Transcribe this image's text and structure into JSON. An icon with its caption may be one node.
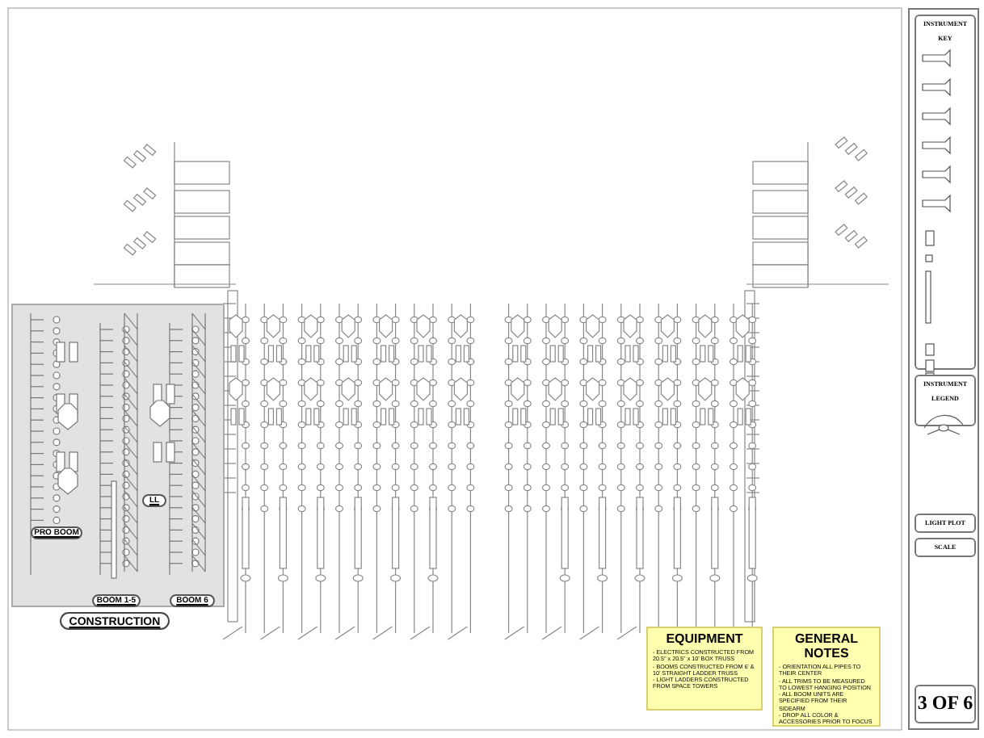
{
  "diagram": {
    "nodes": [
      {
        "text": [
          "CONSTRUCTION"
        ]
      },
      {
        "text": [
          "PRO BOOM"
        ],
        "in": 0
      },
      {
        "text": [
          "LL"
        ],
        "in": 0
      },
      {
        "text": [
          "BOOM 1-5"
        ],
        "in": 0
      },
      {
        "text": [
          "BOOM 6"
        ],
        "in": 0
      },
      {
        "text": [
          "EQUIPMENT",
          "- ELECTRICS CONSTRUCTED FROM 20.5\" x 20.5\" x 10' BOX TRUSS",
          "- BOOMS CONSTRUCTED FROM 6' & 10' STRAIGHT LADDER TRUSS",
          "- LIGHT LADDERS CONSTRUCTED FROM SPACE TOWERS"
        ]
      },
      {
        "text": [
          "GENERAL NOTES",
          "- ORIENTATION ALL PIPES TO THEIR CENTER",
          "- ALL TRIMS TO BE MEASURED TO LOWEST HANGING POSITION",
          "- ALL BOOM UNITS ARE SPECIFIED FROM THEIR SIDEARM",
          "- DROP ALL COLOR & ACCESSORIES PRIOR TO FOCUS"
        ]
      },
      {
        "text": [],
        "shape": "box"
      },
      {
        "text": [
          "INSTRUMENT KEY"
        ],
        "in": 7
      },
      {
        "text": [
          "INSTRUMENT LEGEND"
        ],
        "in": 7
      },
      {
        "text": [
          "LIGHT PLOT"
        ],
        "in": 7
      },
      {
        "text": [
          "SCALE"
        ],
        "in": 7
      },
      {
        "text": [
          "3 OF 6"
        ],
        "in": 7
      }
    ]
  }
}
